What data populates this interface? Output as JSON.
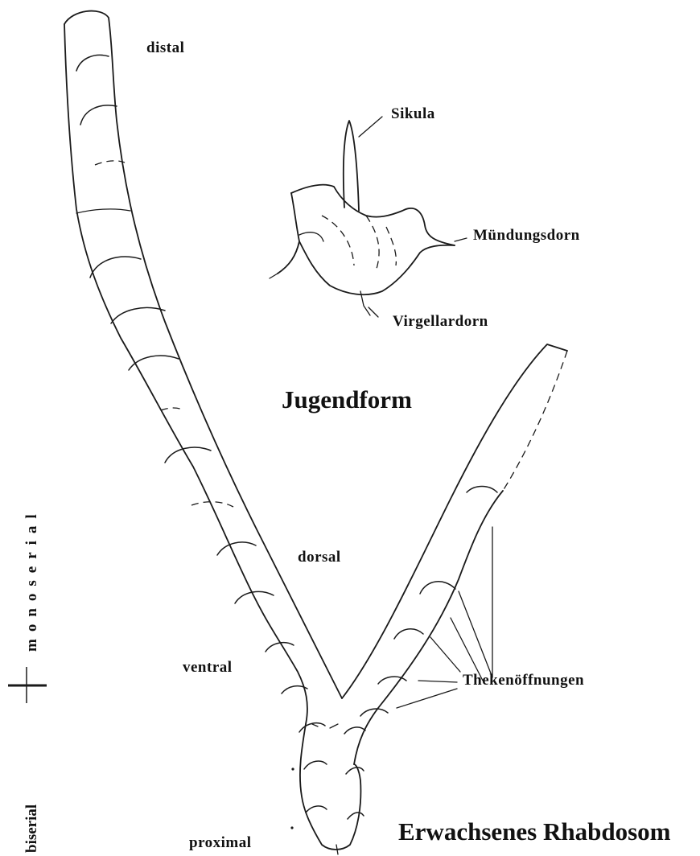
{
  "labels": {
    "distal": "distal",
    "sikula": "Sikula",
    "muendungsdorn": "Mündungsdorn",
    "virgellardorn": "Virgellardorn",
    "jugendform": "Jugendform",
    "dorsal": "dorsal",
    "ventral": "ventral",
    "thekenoeffnungen": "Thekenöffnungen",
    "proximal": "proximal",
    "erwachsenes_rhabdosom": "Erwachsenes Rhabdosom",
    "monoserial": "monoserial",
    "biserial": "biserial"
  }
}
